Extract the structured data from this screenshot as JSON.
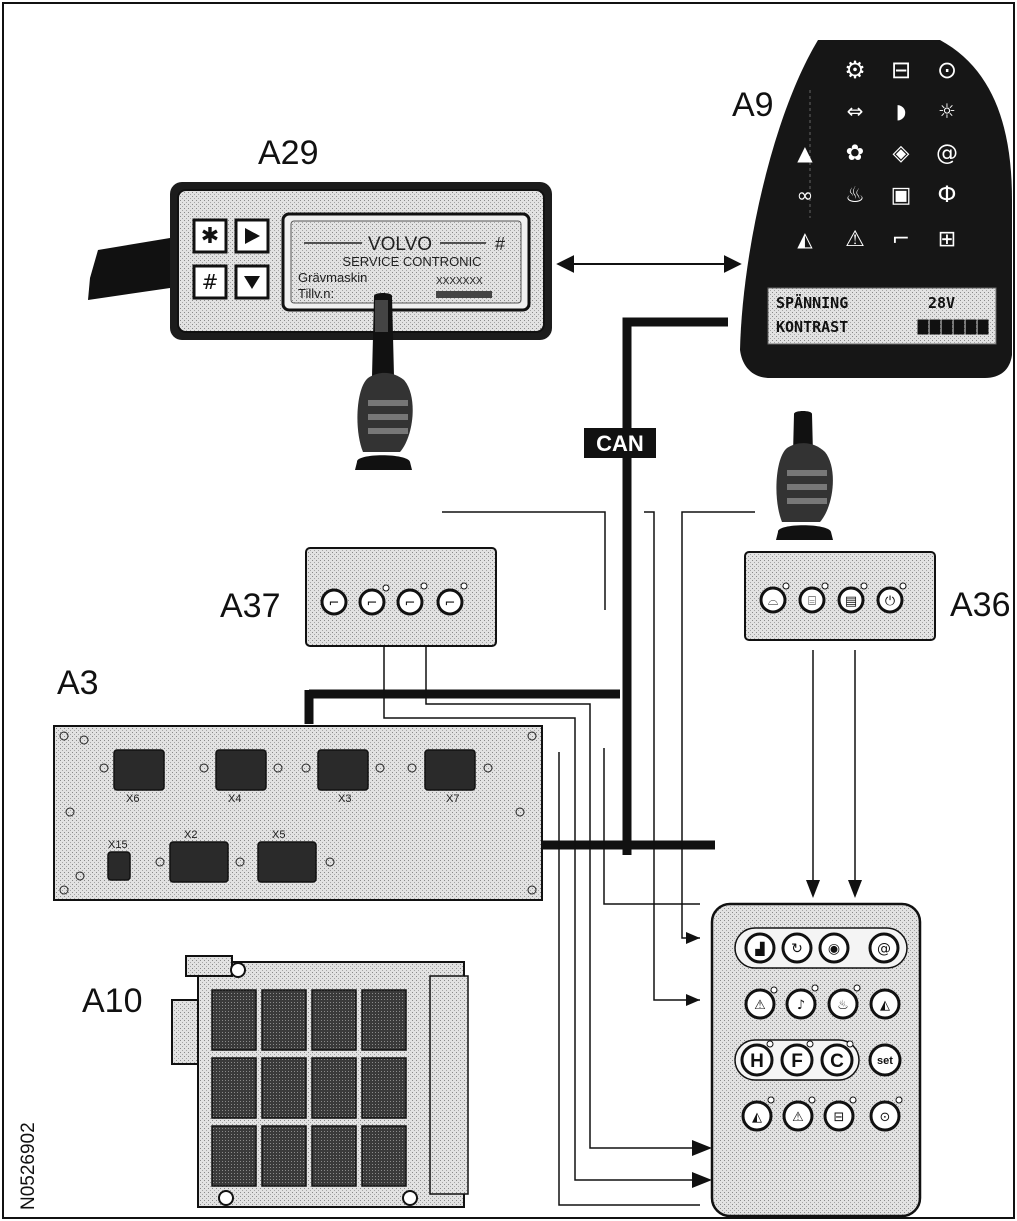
{
  "labels": {
    "a29": "A29",
    "a9": "A9",
    "a37": "A37",
    "a36": "A36",
    "a3": "A3",
    "a10": "A10",
    "can": "CAN",
    "figure_id": "N0526902"
  },
  "a29_display": {
    "line1": "VOLVO",
    "line1_suffix": "#",
    "line2": "SERVICE CONTRONIC",
    "line3": "Grävmaskin",
    "line3_value": "XXXXXXX",
    "line4": "Tillv.n:"
  },
  "a9_display": {
    "row1_label": "SPÄNNING",
    "row1_value": "28V",
    "row2_label": "KONTRAST",
    "contrast_level": 1.0
  },
  "a3_connectors": [
    "X6",
    "X4",
    "X3",
    "X7",
    "X15",
    "X2",
    "X5"
  ],
  "keypad_letters": [
    "H",
    "F",
    "C"
  ],
  "keypad_set": "set",
  "colors": {
    "ink": "#111111",
    "panel_fill": "#d9d9d9",
    "dark_panel": "#161616"
  }
}
